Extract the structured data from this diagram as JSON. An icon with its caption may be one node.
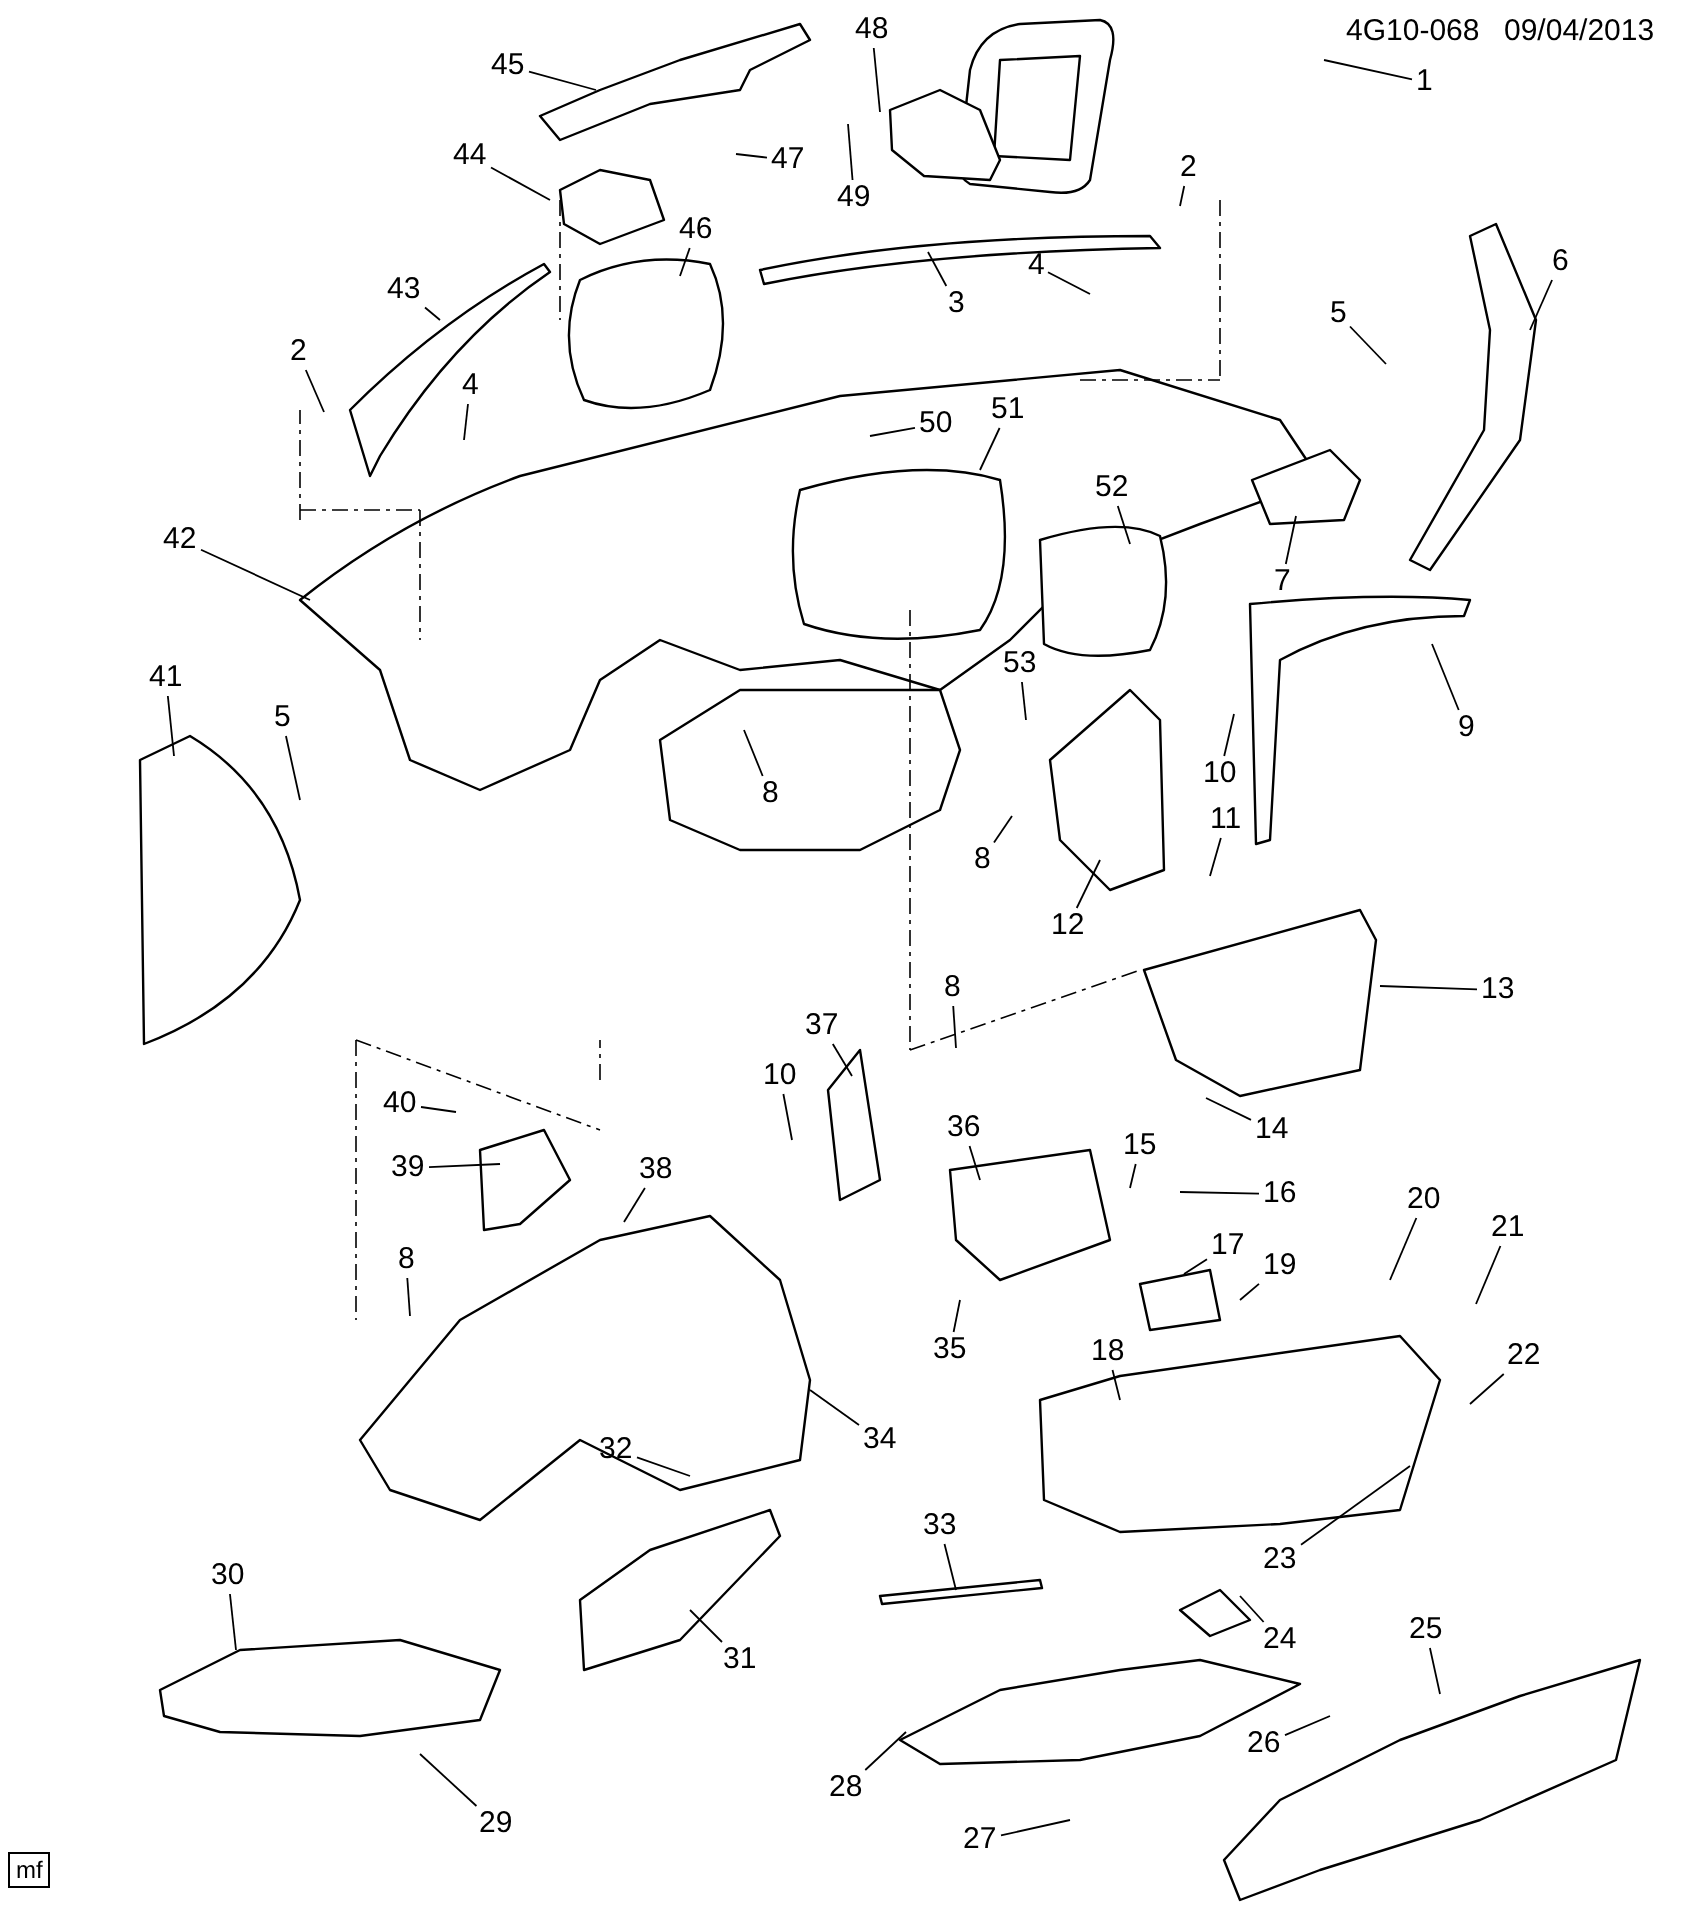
{
  "diagram": {
    "nodes": [
      {
        "text": [
          "1"
        ]
      },
      {
        "text": [
          "2"
        ]
      },
      {
        "text": [
          "3"
        ]
      },
      {
        "text": [
          "4"
        ]
      },
      {
        "text": [
          "6"
        ]
      },
      {
        "text": [
          "5"
        ]
      },
      {
        "text": [
          "7"
        ]
      },
      {
        "text": [
          "48"
        ]
      },
      {
        "text": [
          "49"
        ]
      },
      {
        "text": [
          "45"
        ]
      },
      {
        "text": [
          "47"
        ]
      },
      {
        "text": [
          "44"
        ]
      },
      {
        "text": [
          "46"
        ]
      },
      {
        "text": [
          "43"
        ]
      },
      {
        "text": [
          "2"
        ]
      },
      {
        "text": [
          "4"
        ]
      },
      {
        "text": [
          "50"
        ]
      },
      {
        "text": [
          "51"
        ]
      },
      {
        "text": [
          "52"
        ]
      },
      {
        "text": [
          "42"
        ]
      },
      {
        "text": [
          "41"
        ]
      },
      {
        "text": [
          "5"
        ]
      },
      {
        "text": [
          "53"
        ]
      },
      {
        "text": [
          "9"
        ]
      },
      {
        "text": [
          "10"
        ]
      },
      {
        "text": [
          "8"
        ]
      },
      {
        "text": [
          "8"
        ]
      },
      {
        "text": [
          "11"
        ]
      },
      {
        "text": [
          "12"
        ]
      },
      {
        "text": [
          "13"
        ]
      },
      {
        "text": [
          "8"
        ]
      },
      {
        "text": [
          "14"
        ]
      },
      {
        "text": [
          "37"
        ]
      },
      {
        "text": [
          "10"
        ]
      },
      {
        "text": [
          "36"
        ]
      },
      {
        "text": [
          "15"
        ]
      },
      {
        "text": [
          "16"
        ]
      },
      {
        "text": [
          "20"
        ]
      },
      {
        "text": [
          "21"
        ]
      },
      {
        "text": [
          "40"
        ]
      },
      {
        "text": [
          "39"
        ]
      },
      {
        "text": [
          "38"
        ]
      },
      {
        "text": [
          "8"
        ]
      },
      {
        "text": [
          "17"
        ]
      },
      {
        "text": [
          "19"
        ]
      },
      {
        "text": [
          "35"
        ]
      },
      {
        "text": [
          "18"
        ]
      },
      {
        "text": [
          "22"
        ]
      },
      {
        "text": [
          "34"
        ]
      },
      {
        "text": [
          "32"
        ]
      },
      {
        "text": [
          "33"
        ]
      },
      {
        "text": [
          "23"
        ]
      },
      {
        "text": [
          "31"
        ]
      },
      {
        "text": [
          "30"
        ]
      },
      {
        "text": [
          "24"
        ]
      },
      {
        "text": [
          "25"
        ]
      },
      {
        "text": [
          "26"
        ]
      },
      {
        "text": [
          "28"
        ]
      },
      {
        "text": [
          "29"
        ]
      },
      {
        "text": [
          "27"
        ]
      }
    ],
    "edges": [
      {
        "from": 0,
        "to": null,
        "arrow": "none"
      },
      {
        "from": 1,
        "to": null,
        "arrow": "none"
      },
      {
        "from": 2,
        "to": null,
        "arrow": "none"
      },
      {
        "from": 3,
        "to": null,
        "arrow": "none"
      },
      {
        "from": 4,
        "to": null,
        "arrow": "none"
      },
      {
        "from": 5,
        "to": null,
        "arrow": "none"
      },
      {
        "from": 6,
        "to": null,
        "arrow": "none"
      },
      {
        "from": 7,
        "to": null,
        "arrow": "none"
      },
      {
        "from": 8,
        "to": null,
        "arrow": "none"
      },
      {
        "from": 9,
        "to": null,
        "arrow": "none"
      },
      {
        "from": 10,
        "to": null,
        "arrow": "none"
      },
      {
        "from": 11,
        "to": null,
        "arrow": "none"
      },
      {
        "from": 12,
        "to": null,
        "arrow": "none"
      },
      {
        "from": 13,
        "to": null,
        "arrow": "none"
      },
      {
        "from": 14,
        "to": null,
        "arrow": "none"
      },
      {
        "from": 15,
        "to": null,
        "arrow": "none"
      },
      {
        "from": 16,
        "to": null,
        "arrow": "none"
      },
      {
        "from": 17,
        "to": null,
        "arrow": "none"
      },
      {
        "from": 18,
        "to": null,
        "arrow": "none"
      },
      {
        "from": 19,
        "to": null,
        "arrow": "none"
      },
      {
        "from": 20,
        "to": null,
        "arrow": "none"
      },
      {
        "from": 21,
        "to": null,
        "arrow": "none"
      },
      {
        "from": 22,
        "to": null,
        "arrow": "none"
      },
      {
        "from": 23,
        "to": null,
        "arrow": "none"
      },
      {
        "from": 24,
        "to": null,
        "arrow": "none"
      },
      {
        "from": 25,
        "to": null,
        "arrow": "none"
      },
      {
        "from": 26,
        "to": null,
        "arrow": "none"
      },
      {
        "from": 27,
        "to": null,
        "arrow": "none"
      },
      {
        "from": 28,
        "to": null,
        "arrow": "none"
      },
      {
        "from": 29,
        "to": null,
        "arrow": "none"
      },
      {
        "from": 30,
        "to": null,
        "arrow": "none"
      },
      {
        "from": 31,
        "to": null,
        "arrow": "none"
      },
      {
        "from": 32,
        "to": null,
        "arrow": "none"
      },
      {
        "from": 33,
        "to": null,
        "arrow": "none"
      },
      {
        "from": 34,
        "to": null,
        "arrow": "none"
      },
      {
        "from": 35,
        "to": null,
        "arrow": "none"
      },
      {
        "from": 36,
        "to": null,
        "arrow": "none"
      },
      {
        "from": 37,
        "to": null,
        "arrow": "none"
      },
      {
        "from": 38,
        "to": null,
        "arrow": "none"
      },
      {
        "from": 39,
        "to": null,
        "arrow": "none"
      },
      {
        "from": 40,
        "to": null,
        "arrow": "none"
      },
      {
        "from": 41,
        "to": null,
        "arrow": "none"
      },
      {
        "from": 42,
        "to": null,
        "arrow": "none"
      },
      {
        "from": 43,
        "to": null,
        "arrow": "none"
      },
      {
        "from": 44,
        "to": null,
        "arrow": "none"
      },
      {
        "from": 45,
        "to": null,
        "arrow": "none"
      },
      {
        "from": 46,
        "to": null,
        "arrow": "none"
      },
      {
        "from": 47,
        "to": null,
        "arrow": "none"
      },
      {
        "from": 48,
        "to": null,
        "arrow": "none"
      },
      {
        "from": 49,
        "to": null,
        "arrow": "none"
      },
      {
        "from": 50,
        "to": null,
        "arrow": "none"
      },
      {
        "from": 51,
        "to": null,
        "arrow": "none"
      },
      {
        "from": 52,
        "to": null,
        "arrow": "none"
      },
      {
        "from": 53,
        "to": null,
        "arrow": "none"
      },
      {
        "from": 54,
        "to": null,
        "arrow": "none"
      },
      {
        "from": 55,
        "to": null,
        "arrow": "none"
      },
      {
        "from": 56,
        "to": null,
        "arrow": "none"
      },
      {
        "from": 57,
        "to": null,
        "arrow": "none"
      },
      {
        "from": 58,
        "to": null,
        "arrow": "none"
      },
      {
        "from": 59,
        "to": null,
        "arrow": "none"
      }
    ],
    "labels": [
      "4G10-068",
      "09/04/2013",
      "mf"
    ]
  }
}
